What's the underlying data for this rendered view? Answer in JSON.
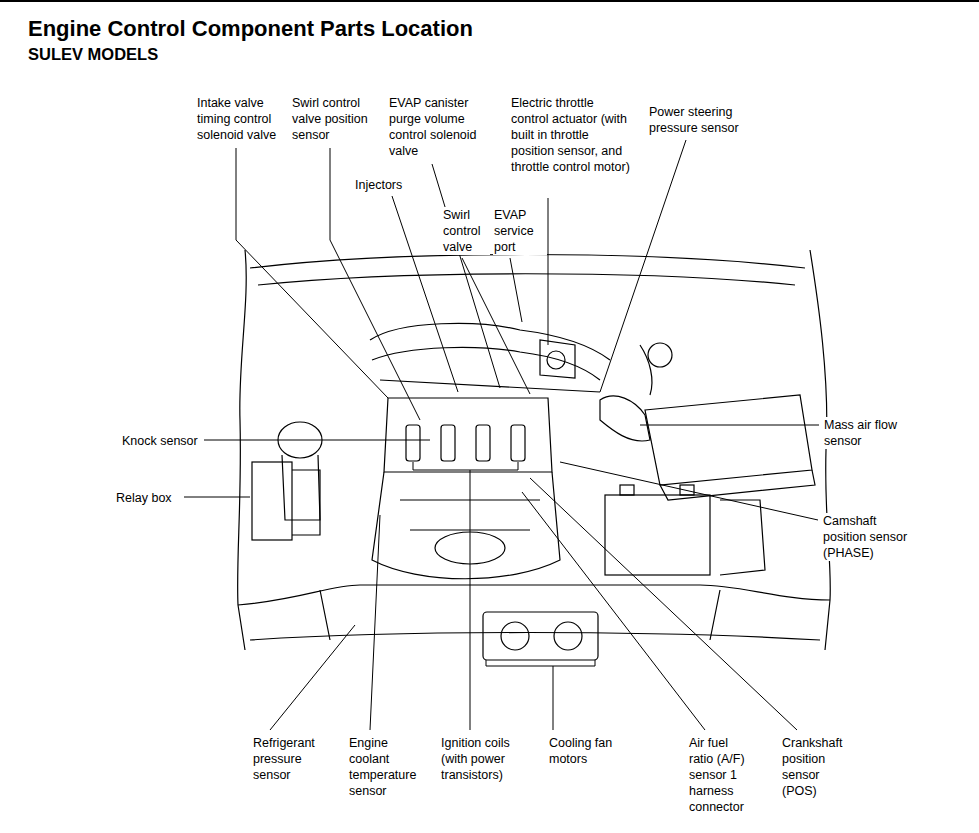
{
  "diagram": {
    "title": "Engine Control Component Parts Location",
    "labels": [
      "SULEV MODELS",
      "Intake valve timing control solenoid valve",
      "Swirl control valve position sensor",
      "EVAP canister purge volume control solenoid valve",
      "Electric throttle control actuator (with built in throttle position sensor, and throttle control motor)",
      "Power steering pressure sensor",
      "Injectors",
      "Swirl control valve",
      "EVAP service port",
      "Knock sensor",
      "Relay box",
      "Mass air flow sensor",
      "Camshaft position sensor (PHASE)",
      "Refrigerant pressure sensor",
      "Engine coolant temperature sensor",
      "Ignition coils (with power transistors)",
      "Cooling fan motors",
      "Air fuel ratio (A/F) sensor 1 harness connector",
      "Crankshaft position sensor (POS)"
    ]
  }
}
